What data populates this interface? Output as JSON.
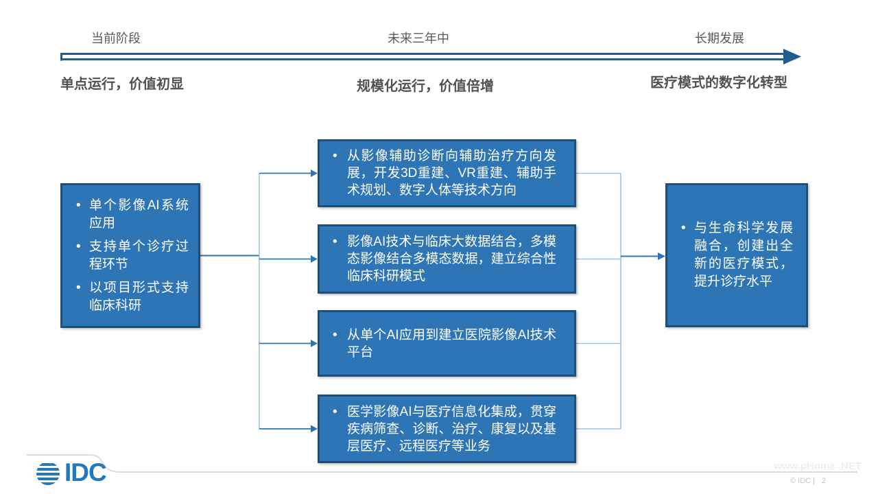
{
  "timeline": {
    "stages": [
      {
        "label": "当前阶段"
      },
      {
        "label": "未来三年中"
      },
      {
        "label": "长期发展"
      }
    ],
    "headings": [
      {
        "text": "单点运行，价值初显"
      },
      {
        "text": "规模化运行，价值倍增"
      },
      {
        "text": "医疗模式的数字化转型"
      }
    ]
  },
  "boxes": {
    "current": {
      "bullets": [
        "单个影像AI系统应用",
        "支持单个诊疗过程环节",
        "以项目形式支持临床科研"
      ]
    },
    "midterm": [
      {
        "bullets": [
          "从影像辅助诊断向辅助治疗方向发展，开发3D重建、VR重建、辅助手术规划、数字人体等技术方向"
        ]
      },
      {
        "bullets": [
          "影像AI技术与临床大数据结合，多模态影像结合多模态数据，建立综合性临床科研模式"
        ]
      },
      {
        "bullets": [
          "从单个AI应用到建立医院影像AI技术平台"
        ]
      },
      {
        "bullets": [
          "医学影像AI与医疗信息化集成，贯穿疾病筛查、诊断、治疗、康复以及基层医疗、远程医疗等业务"
        ]
      }
    ],
    "longterm": {
      "bullets": [
        "与生命科学发展融合，创建出全新的医疗模式，提升诊疗水平"
      ]
    }
  },
  "footer": {
    "logo_text": "IDC",
    "logo_globe_icon": "striped-globe",
    "copyright": "© IDC |",
    "page_number": "2",
    "watermark": "www.pHome .NET"
  },
  "colors": {
    "box_fill": "#2E75B6",
    "box_border": "#1F4E79",
    "timeline_arrow": "#1F5C8F",
    "connector_light": "#9CC3E6",
    "connector_dark": "#2E75B6",
    "heading_text": "#595959",
    "box_text": "#FFFFFF",
    "footer_text": "#C4C4C4",
    "logo_blue": "#2577BE",
    "swoosh_line": "#DCDCDC"
  }
}
